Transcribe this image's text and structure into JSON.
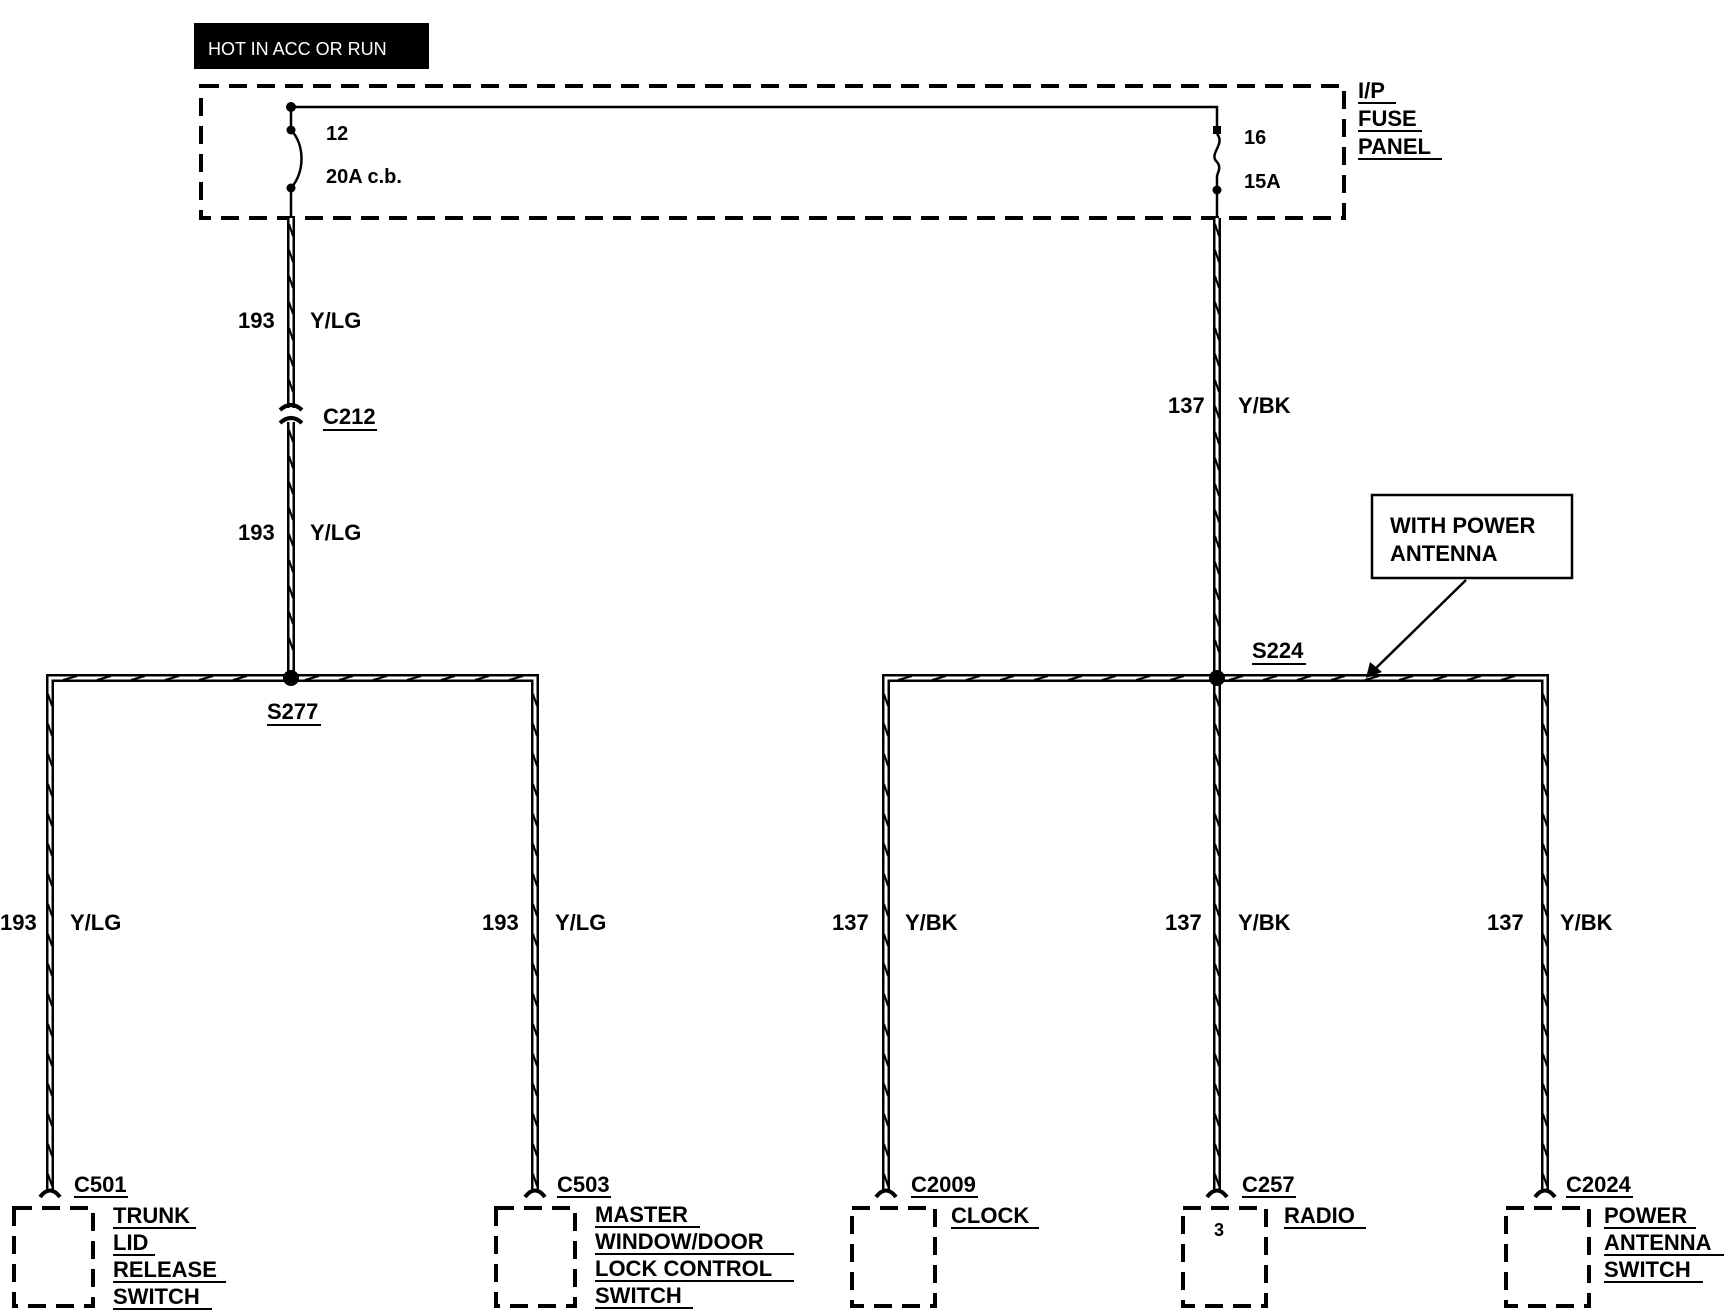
{
  "header": {
    "label": "HOT IN ACC OR RUN"
  },
  "fuse_panel": {
    "label_lines": [
      "I/P",
      "FUSE",
      "PANEL"
    ]
  },
  "fuses": [
    {
      "id": "12",
      "rating": "20A c.b."
    },
    {
      "id": "16",
      "rating": "15A"
    }
  ],
  "wires": {
    "left_upper": {
      "number": "193",
      "color": "Y/LG"
    },
    "left_lower": {
      "number": "193",
      "color": "Y/LG"
    },
    "right_upper": {
      "number": "137",
      "color": "Y/BK"
    },
    "trunk_branch": {
      "number": "193",
      "color": "Y/LG"
    },
    "master_branch": {
      "number": "193",
      "color": "Y/LG"
    },
    "clock_branch": {
      "number": "137",
      "color": "Y/BK"
    },
    "radio_branch": {
      "number": "137",
      "color": "Y/BK"
    },
    "antenna_branch": {
      "number": "137",
      "color": "Y/BK"
    }
  },
  "connectors": {
    "c212": "C212"
  },
  "splices": {
    "s277": "S277",
    "s224": "S224"
  },
  "note": {
    "lines": [
      "WITH POWER",
      "ANTENNA"
    ]
  },
  "components": [
    {
      "connector": "C501",
      "pin": "",
      "label_lines": [
        "TRUNK",
        "LID",
        "RELEASE",
        "SWITCH"
      ]
    },
    {
      "connector": "C503",
      "pin": "",
      "label_lines": [
        "MASTER",
        "WINDOW/DOOR",
        "LOCK CONTROL",
        "SWITCH"
      ]
    },
    {
      "connector": "C2009",
      "pin": "",
      "label_lines": [
        "CLOCK"
      ]
    },
    {
      "connector": "C257",
      "pin": "3",
      "label_lines": [
        "RADIO"
      ]
    },
    {
      "connector": "C2024",
      "pin": "",
      "label_lines": [
        "POWER",
        "ANTENNA",
        "SWITCH"
      ]
    }
  ]
}
